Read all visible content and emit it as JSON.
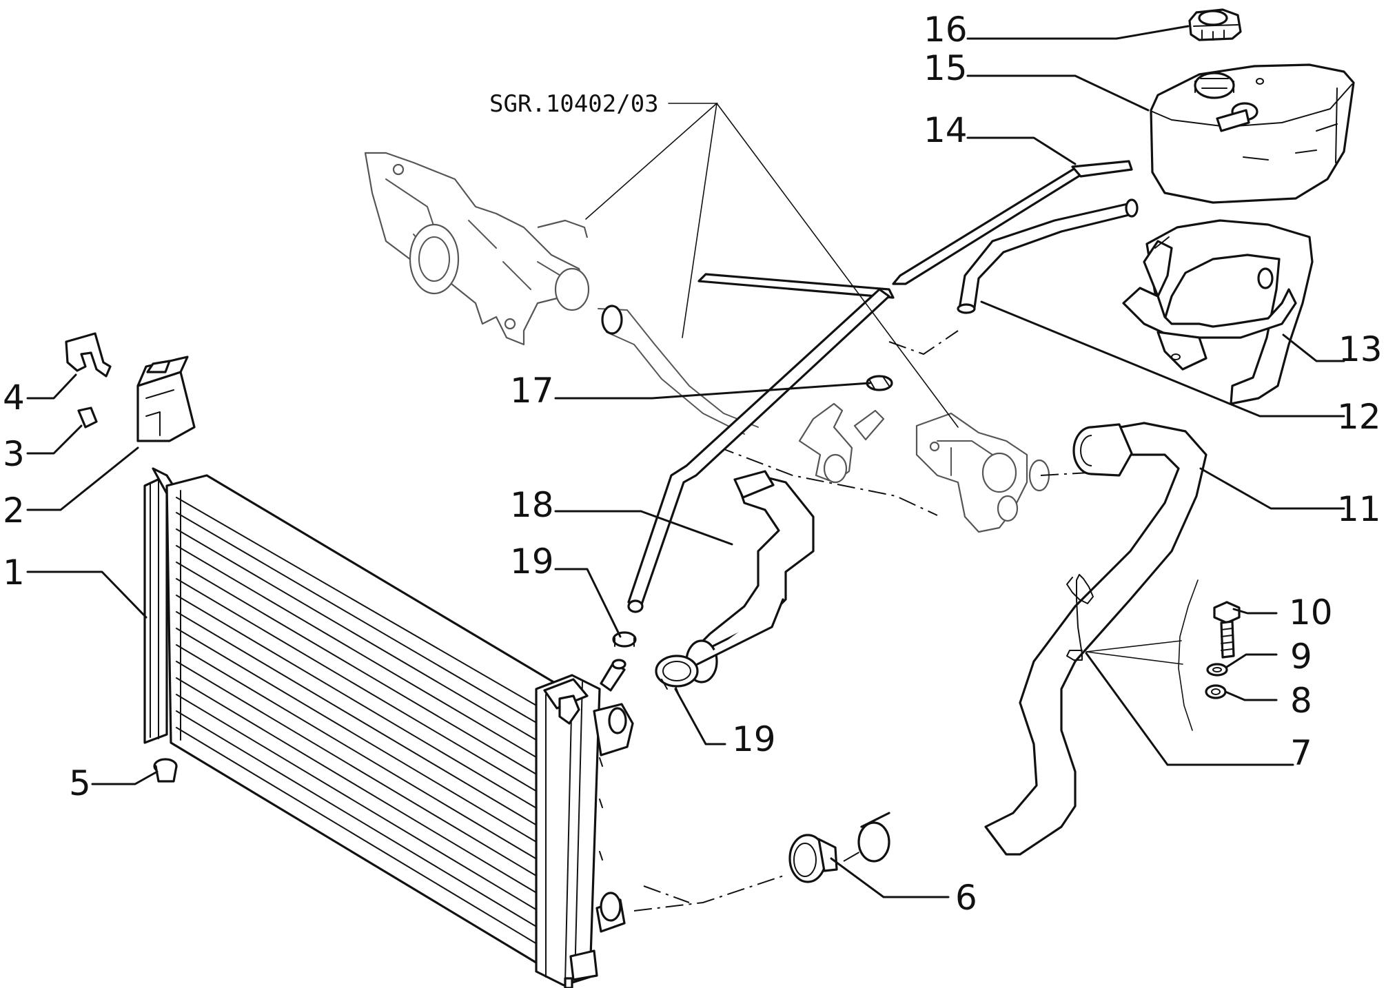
{
  "diagram": {
    "reference_code": "SGR.10402/03",
    "callouts": [
      {
        "id": "1",
        "label": "1"
      },
      {
        "id": "2",
        "label": "2"
      },
      {
        "id": "3",
        "label": "3"
      },
      {
        "id": "4",
        "label": "4"
      },
      {
        "id": "5",
        "label": "5"
      },
      {
        "id": "6",
        "label": "6"
      },
      {
        "id": "7",
        "label": "7"
      },
      {
        "id": "8",
        "label": "8"
      },
      {
        "id": "9",
        "label": "9"
      },
      {
        "id": "10",
        "label": "10"
      },
      {
        "id": "11",
        "label": "11"
      },
      {
        "id": "12",
        "label": "12"
      },
      {
        "id": "13",
        "label": "13"
      },
      {
        "id": "14",
        "label": "14"
      },
      {
        "id": "15",
        "label": "15"
      },
      {
        "id": "16",
        "label": "16"
      },
      {
        "id": "17",
        "label": "17"
      },
      {
        "id": "18",
        "label": "18"
      },
      {
        "id": "19a",
        "label": "19"
      },
      {
        "id": "19b",
        "label": "19"
      }
    ]
  }
}
